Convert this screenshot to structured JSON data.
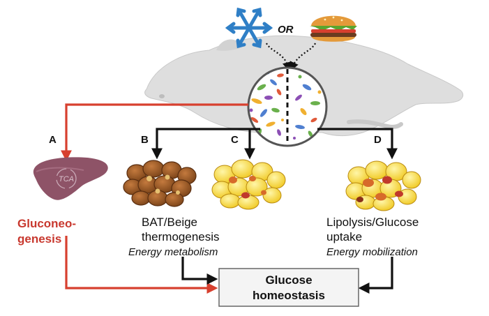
{
  "stimuli": {
    "or_label": "OR",
    "cold_icon": "snowflake-icon",
    "diet_icon": "hamburger-icon"
  },
  "pathways": {
    "a": {
      "letter": "A",
      "line1": "Gluconeo-",
      "line2": "genesis",
      "organ_icon": "liver-icon",
      "organ_label": "TCA"
    },
    "b": {
      "letter": "B",
      "line1": "BAT/Beige",
      "line2": "thermogenesis",
      "subtitle": "Energy metabolism",
      "icon": "brown-fat-cells-icon"
    },
    "c": {
      "letter": "C",
      "icon": "beige-fat-cells-icon"
    },
    "d": {
      "letter": "D",
      "line1": "Lipolysis/Glucose",
      "line2": "uptake",
      "subtitle": "Energy mobilization",
      "icon": "white-fat-cells-icon"
    }
  },
  "outcome": {
    "line1": "Glucose",
    "line2": "homeostasis"
  },
  "colors": {
    "red_arrow": "#d7402f",
    "red_text": "#c8382e",
    "black_arrow": "#111111",
    "mouse_fill": "#dcdcdc",
    "snowflake": "#2f7fc6",
    "liver": "#8e5367",
    "brown_fat": "#9a5a2e",
    "yellow_fat": "#f2d23a"
  }
}
